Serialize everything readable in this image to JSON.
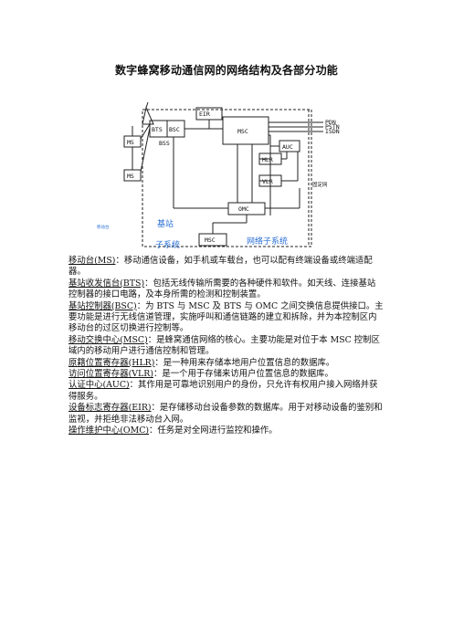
{
  "title": "数字蜂窝移动通信网的网络结构及各部分功能",
  "diagram": {
    "nodes": {
      "eir": "EIR",
      "bts": "BTS",
      "bsc": "BSC",
      "bss": "BSS",
      "msc": "MSC",
      "auc": "AUC",
      "hlr": "HLR",
      "vlr": "VLR",
      "omc": "OMC",
      "msc_bottom": "MSC",
      "ms_top": "MS",
      "ms_bottom": "MS"
    },
    "external": [
      "PDN",
      "PSTN",
      "ISDN"
    ],
    "fixed_network_label": "固定网",
    "base_station_label": "基站",
    "subsystem_label": "子系统",
    "network_subsystem_label": "网络子系统",
    "small_label": "移动台"
  },
  "entries": [
    {
      "term": "移动台(MS)",
      "desc": "：移动通信设备，如手机或车载台，也可以配有终端设备或终端适配器。"
    },
    {
      "term": "基站收发信台(BTS)",
      "desc": "：包括无线传输所需要的各种硬件和软件。如天线、连接基站控制器的接口电路，及本身所需的检测和控制装置。"
    },
    {
      "term": "基站控制器(BSC)",
      "desc": "：为 BTS 与 MSC 及 BTS 与 OMC 之间交换信息提供接口。主要功能是进行无线信道管理，实施呼叫和通信链路的建立和拆除，并为本控制区内移动台的过区切换进行控制等。"
    },
    {
      "term": "移动交换中心(MSC)",
      "desc": "：是蜂窝通信网络的核心。主要功能是对位于本 MSC 控制区域内的移动用户进行通信控制和管理。"
    },
    {
      "term": "原籍位置寄存器(HLR)",
      "desc": "：是一种用来存储本地用户位置信息的数据库。"
    },
    {
      "term": "访问位置寄存器(VLR)",
      "desc": "：是一个用于存储来访用户位置信息的数据库。"
    },
    {
      "term": "认证中心(AUC)",
      "desc": "：其作用是可靠地识别用户的身份，只允许有权用户接入网络并获得服务。"
    },
    {
      "term": "设备标志寄存器(EIR)",
      "desc": "：是存储移动台设备参数的数据库。用于对移动设备的鉴别和监视，并拒绝非法移动台入网。"
    },
    {
      "term": "操作维护中心(OMC)",
      "desc": "：任务是对全网进行监控和操作。"
    }
  ]
}
